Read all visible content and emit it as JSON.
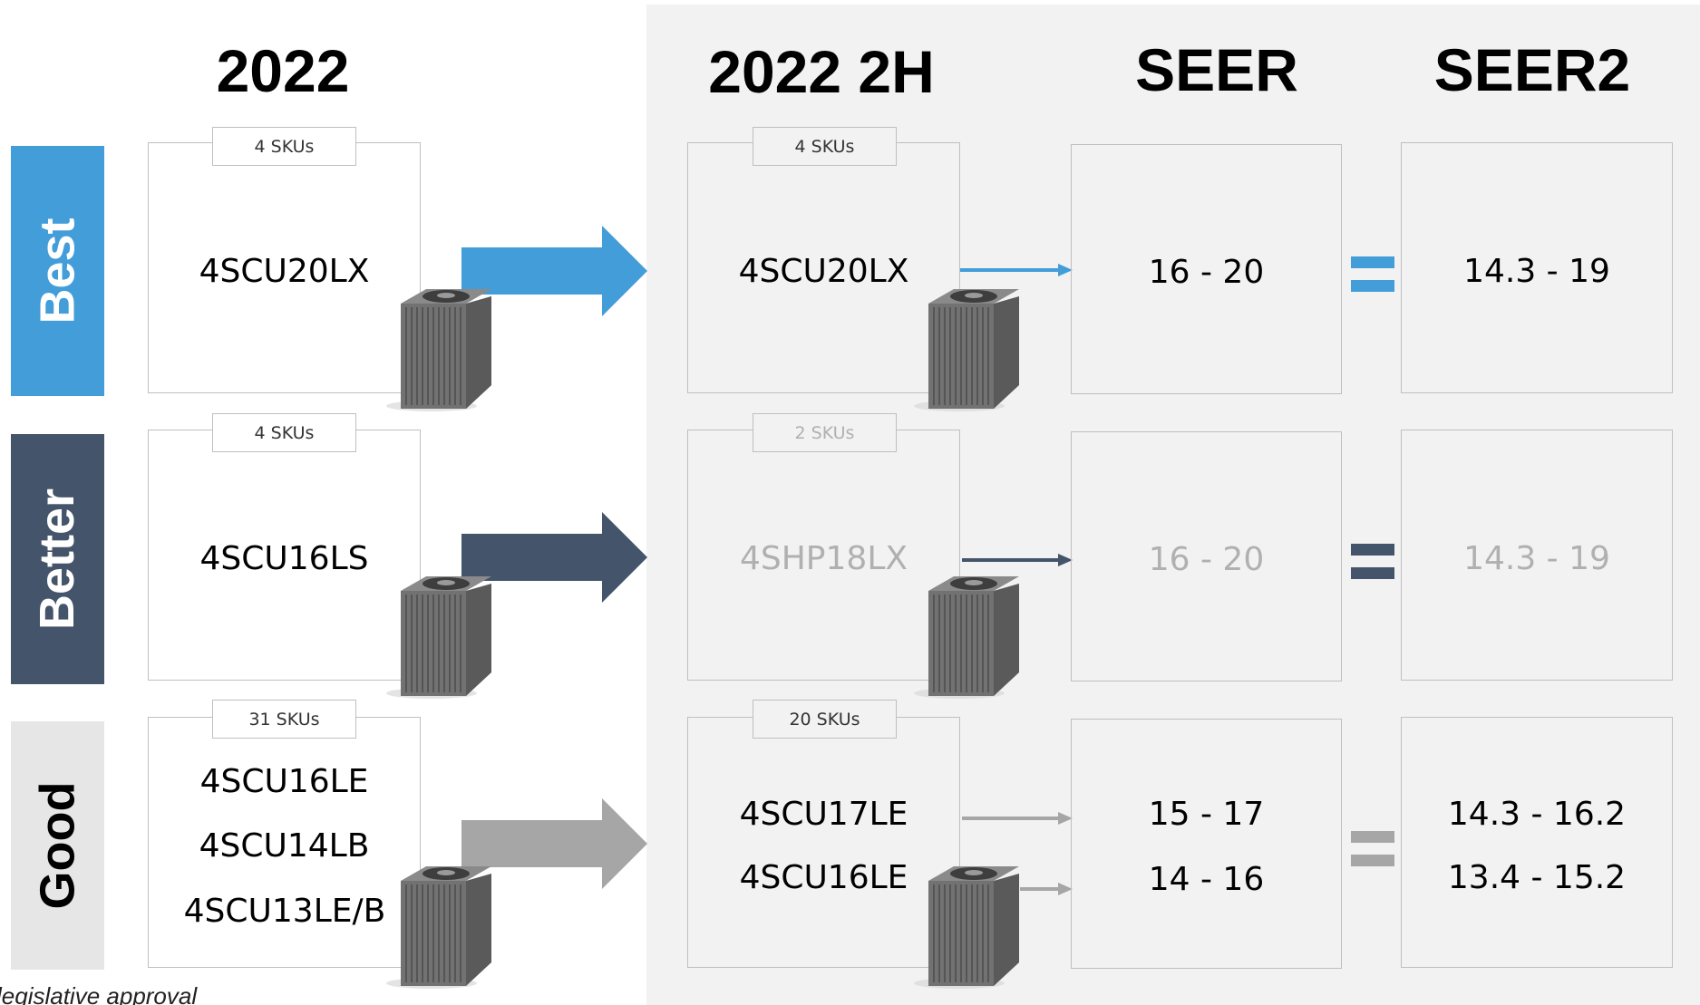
{
  "headers": {
    "col_2022": "2022",
    "col_2022_2h": "2022 2H",
    "col_seer": "SEER",
    "col_seer2": "SEER2"
  },
  "colors": {
    "best": "#429dd9",
    "better": "#44546a",
    "good": "#e6e6e6",
    "good_arrow": "#a6a6a6",
    "panel": "#f2f2f2"
  },
  "tiers": {
    "best": {
      "label": "Best",
      "left_skus": "4 SKUs",
      "left_models": [
        "4SCU20LX"
      ],
      "right_skus": "4 SKUs",
      "right_models": [
        "4SCU20LX"
      ],
      "seer": [
        "16 - 20"
      ],
      "seer2": [
        "14.3 - 19"
      ]
    },
    "better": {
      "label": "Better",
      "left_skus": "4 SKUs",
      "left_models": [
        "4SCU16LS"
      ],
      "right_skus": "2 SKUs",
      "right_models": [
        "4SHP18LX"
      ],
      "seer": [
        "16 - 20"
      ],
      "seer2": [
        "14.3 - 19"
      ]
    },
    "good": {
      "label": "Good",
      "left_skus": "31 SKUs",
      "left_models": [
        "4SCU16LE",
        "4SCU14LB",
        "4SCU13LE/B"
      ],
      "right_skus": "20 SKUs",
      "right_models": [
        "4SCU17LE",
        "4SCU16LE"
      ],
      "seer": [
        "15 - 17",
        "14 - 16"
      ],
      "seer2": [
        "14.3 - 16.2",
        "13.4 - 15.2"
      ]
    }
  },
  "footer": {
    "note": "legislative approval"
  },
  "icons": {
    "unit": "condenser-unit-icon",
    "arrow": "arrow-right-icon",
    "equals": "equals-icon"
  }
}
